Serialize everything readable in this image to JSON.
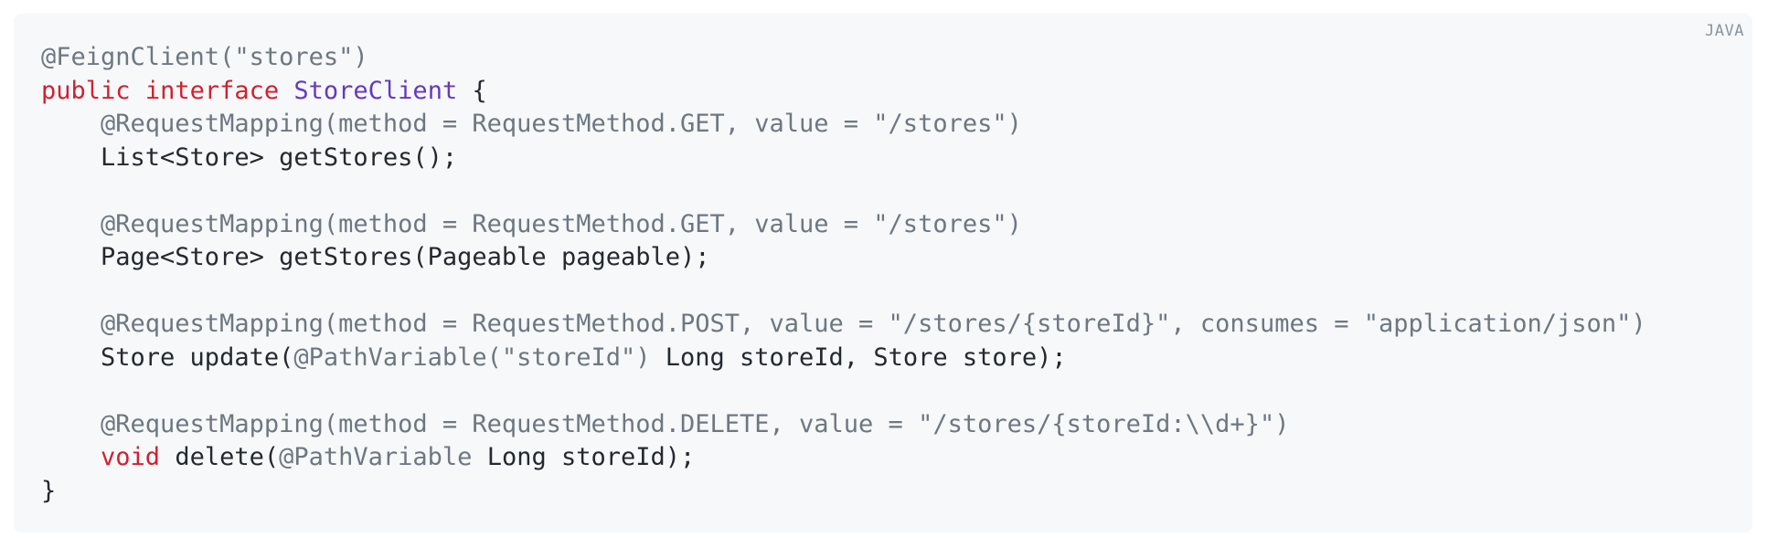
{
  "language_badge": "JAVA",
  "code_lines": [
    [
      {
        "t": "@FeignClient(\"stores\")",
        "c": "an"
      }
    ],
    [
      {
        "t": "public",
        "c": "kw"
      },
      {
        "t": " ",
        "c": "pl"
      },
      {
        "t": "interface",
        "c": "kw"
      },
      {
        "t": " ",
        "c": "pl"
      },
      {
        "t": "StoreClient",
        "c": "ty"
      },
      {
        "t": " {",
        "c": "pl"
      }
    ],
    [
      {
        "t": "    @RequestMapping(method = RequestMethod.GET, value = \"/stores\")",
        "c": "an"
      }
    ],
    [
      {
        "t": "    List<Store> getStores();",
        "c": "pl"
      }
    ],
    [
      {
        "t": "",
        "c": "pl"
      }
    ],
    [
      {
        "t": "    @RequestMapping(method = RequestMethod.GET, value = \"/stores\")",
        "c": "an"
      }
    ],
    [
      {
        "t": "    Page<Store> getStores(Pageable pageable);",
        "c": "pl"
      }
    ],
    [
      {
        "t": "",
        "c": "pl"
      }
    ],
    [
      {
        "t": "    @RequestMapping(method = RequestMethod.POST, value = \"/stores/{storeId}\", consumes = \"application/json\")",
        "c": "an"
      }
    ],
    [
      {
        "t": "    Store update(",
        "c": "pl"
      },
      {
        "t": "@PathVariable(\"storeId\")",
        "c": "an"
      },
      {
        "t": " Long storeId, Store store);",
        "c": "pl"
      }
    ],
    [
      {
        "t": "",
        "c": "pl"
      }
    ],
    [
      {
        "t": "    @RequestMapping(method = RequestMethod.DELETE, value = \"/stores/{storeId:\\\\d+}\")",
        "c": "an"
      }
    ],
    [
      {
        "t": "    ",
        "c": "pl"
      },
      {
        "t": "void",
        "c": "kw"
      },
      {
        "t": " delete(",
        "c": "pl"
      },
      {
        "t": "@PathVariable",
        "c": "an"
      },
      {
        "t": " Long storeId);",
        "c": "pl"
      }
    ],
    [
      {
        "t": "}",
        "c": "pl"
      }
    ]
  ]
}
